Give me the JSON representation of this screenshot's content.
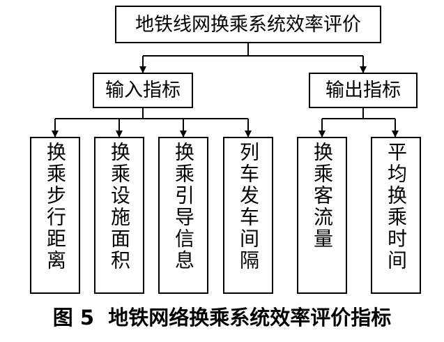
{
  "diagram": {
    "root": "地铁线网换乘系统效率评价",
    "groups": [
      {
        "label": "输入指标",
        "items": [
          "换乘步行距离",
          "换乘设施面积",
          "换乘引导信息",
          "列车发车间隔"
        ]
      },
      {
        "label": "输出指标",
        "items": [
          "换乘客流量",
          "平均换乘时间"
        ]
      }
    ]
  },
  "caption": "图 5  地铁网络换乘系统效率评价指标"
}
